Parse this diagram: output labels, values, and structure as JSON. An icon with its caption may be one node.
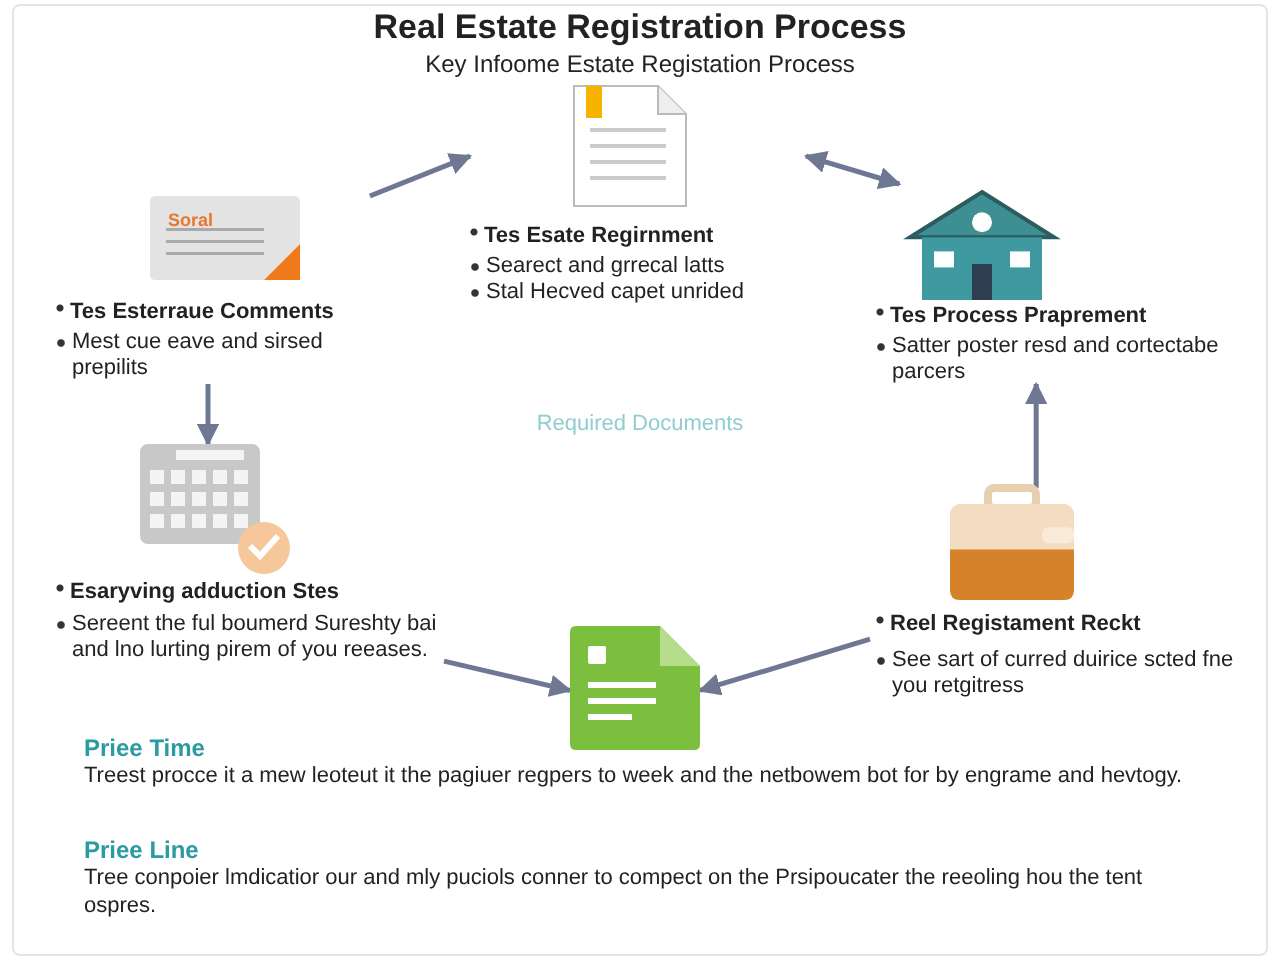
{
  "diagram": {
    "title": "Real Estate Registration Process",
    "caption": "Key Infoome Estate Registation Process",
    "nodes": [
      {
        "text": [
          "Tes Esate Regirnment",
          "Searect and grrecal latts",
          "Stal Hecved capet unrided"
        ]
      },
      {
        "text": [
          "Soral",
          "Tes Esterraue Comments",
          "Mest cue eave and sirsed prepilits"
        ]
      },
      {
        "text": [
          "Tes Process Praprement",
          "Satter poster resd and cortectabe parcers"
        ]
      },
      {
        "text": [
          "Esaryving adduction Stes",
          "Sereent the ful boumerd Sureshty bai and lno lurting pirem of you reeases."
        ]
      },
      {
        "text": [
          "Reel Registament Reckt",
          "See sart of curred duirice scted fne you retgitress"
        ]
      },
      {
        "text": [],
        "shape": "picture"
      }
    ],
    "edges": [
      {
        "from": 1,
        "to": 0,
        "arrow": "to"
      },
      {
        "from": 0,
        "to": 2,
        "arrow": "both"
      },
      {
        "from": 1,
        "to": 3,
        "arrow": "to"
      },
      {
        "from": 4,
        "to": 2,
        "arrow": "to"
      },
      {
        "from": 3,
        "to": 5,
        "arrow": "to"
      },
      {
        "from": 4,
        "to": 5,
        "arrow": "to"
      }
    ],
    "labels": [
      "Required Documents",
      "Priee Time",
      "Treest procce it a mew leoteut it the pagiuer regpers to week and the netbowem bot for by engrame and hevtogy.",
      "Priee Line",
      "Tree conpoier lmdicatior our and mly puciols conner to compect on the Prsipoucater the reeoling hou the tent ospres."
    ]
  }
}
